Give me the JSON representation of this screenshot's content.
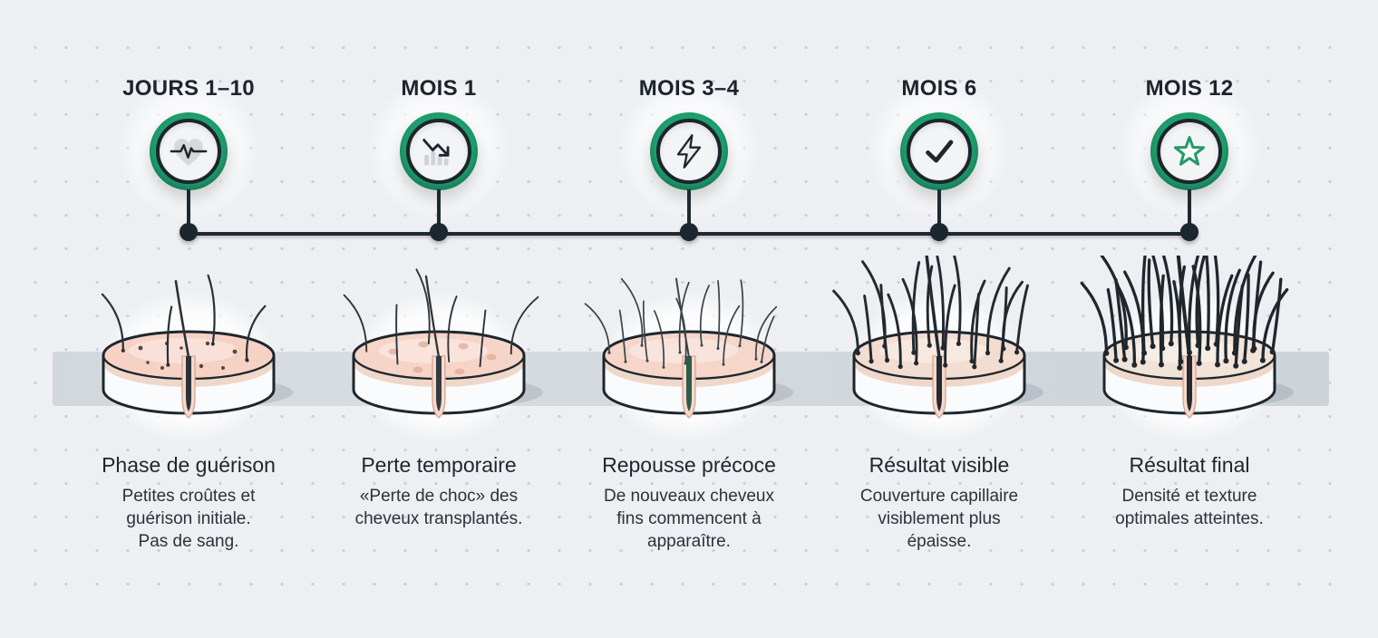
{
  "colors": {
    "background": "#edeff2",
    "dot_grid": "#c3c8cf",
    "ink": "#1d262d",
    "accent_green": "#1f9e6e",
    "timeline_dark": "#1e2a32",
    "band_gray": "#d3d8dd",
    "skin_pink": "#f6d2c5"
  },
  "timeline": {
    "stages": [
      {
        "label": "JOURS 1–10",
        "icon": "heart-pulse-icon",
        "title": "Phase de guérison",
        "description": "Petites croûtes et\nguérison initiale.\nPas de sang.",
        "illustration": {
          "hairs": 4,
          "len": 62,
          "w": 2.2,
          "spots": "scabs",
          "baseDots": true,
          "skin": "#f6d2c5",
          "follicle": "#2c3338",
          "hairColor": "#2a3137"
        }
      },
      {
        "label": "MOIS 1",
        "icon": "declining-chart-icon",
        "title": "Perte temporaire",
        "description": "«Perte de choc» des\ncheveux transplantés.",
        "illustration": {
          "hairs": 6,
          "len": 66,
          "w": 1.9,
          "spots": "pink",
          "baseDots": false,
          "skin": "#f6d4c7",
          "follicle": "#333b40",
          "hairColor": "#2d353b"
        }
      },
      {
        "label": "MOIS 3–4",
        "icon": "lightning-bolt-icon",
        "title": "Repousse précoce",
        "description": "De nouveaux cheveux\nfins commencent à\napparaître.",
        "illustration": {
          "hairs": 13,
          "len": 64,
          "w": 1.7,
          "spots": "none",
          "baseDots": true,
          "skin": "#f5d6c9",
          "follicle": "#2d5c4a",
          "hairColor": "#3a434a"
        }
      },
      {
        "label": "MOIS 6",
        "icon": "checkmark-icon",
        "title": "Résultat visible",
        "description": "Couverture capillaire\nvisiblement plus\népaisse.",
        "illustration": {
          "hairs": 17,
          "len": 84,
          "w": 2.9,
          "spots": "none",
          "baseDots": true,
          "skin": "#f3dcd0",
          "follicle": "#23292f",
          "hairColor": "#22292f"
        }
      },
      {
        "label": "MOIS 12",
        "icon": "star-icon",
        "title": "Résultat final",
        "description": "Densité et texture\noptimales atteintes.",
        "illustration": {
          "hairs": 27,
          "len": 96,
          "w": 3.3,
          "spots": "none",
          "baseDots": true,
          "skin": "#f1e3d8",
          "follicle": "#23292f",
          "hairColor": "#1f262c"
        }
      }
    ]
  }
}
